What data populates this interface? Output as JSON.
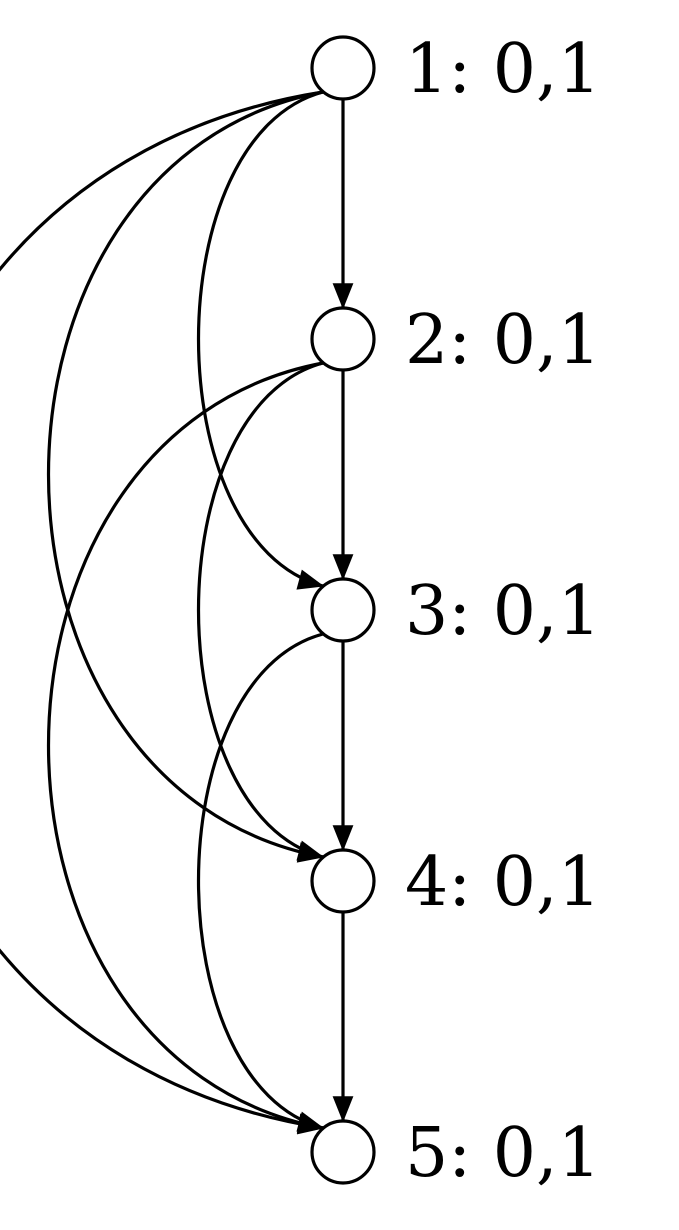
{
  "diagram": {
    "type": "directed-graph",
    "colors": {
      "stroke": "#000000",
      "node_fill": "#ffffff",
      "background": "#ffffff"
    },
    "nodes": [
      {
        "id": "1",
        "label": "1: 0,1"
      },
      {
        "id": "2",
        "label": "2: 0,1"
      },
      {
        "id": "3",
        "label": "3: 0,1"
      },
      {
        "id": "4",
        "label": "4: 0,1"
      },
      {
        "id": "5",
        "label": "5: 0,1"
      }
    ],
    "edges": [
      {
        "from": "1",
        "to": "2"
      },
      {
        "from": "1",
        "to": "3"
      },
      {
        "from": "1",
        "to": "4"
      },
      {
        "from": "1",
        "to": "5"
      },
      {
        "from": "2",
        "to": "3"
      },
      {
        "from": "2",
        "to": "4"
      },
      {
        "from": "2",
        "to": "5"
      },
      {
        "from": "3",
        "to": "4"
      },
      {
        "from": "3",
        "to": "5"
      },
      {
        "from": "4",
        "to": "5"
      }
    ]
  }
}
